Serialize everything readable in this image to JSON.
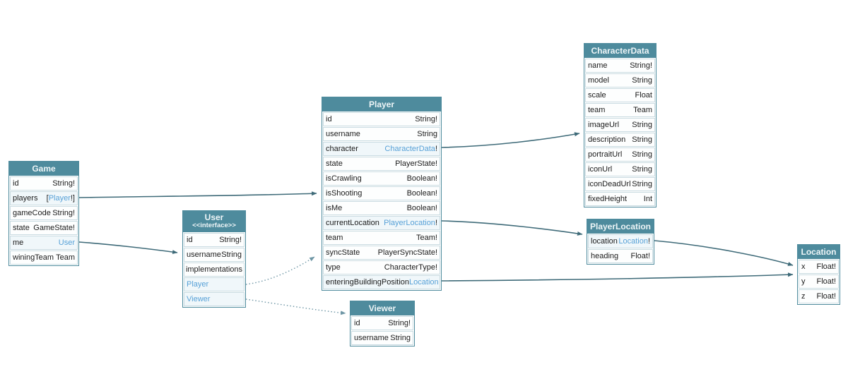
{
  "diagram": {
    "colors": {
      "header_bg": "#4e8b9d",
      "link_text": "#57a1d7",
      "edge_solid": "#3f6b79",
      "edge_dotted": "#7aa0ad",
      "row_border": "#c9dbe1"
    },
    "edges": [
      {
        "from": "Game.players",
        "to": "Player",
        "style": "solid"
      },
      {
        "from": "Game.me",
        "to": "User",
        "style": "solid"
      },
      {
        "from": "User.Player",
        "to": "Player",
        "style": "dotted"
      },
      {
        "from": "User.Viewer",
        "to": "Viewer",
        "style": "dotted"
      },
      {
        "from": "Player.character",
        "to": "CharacterData",
        "style": "solid"
      },
      {
        "from": "Player.currentLocation",
        "to": "PlayerLocation",
        "style": "solid"
      },
      {
        "from": "Player.enteringBuildingPosition",
        "to": "Location",
        "style": "solid"
      },
      {
        "from": "PlayerLocation.location",
        "to": "Location",
        "style": "solid"
      }
    ]
  },
  "tables": {
    "game": {
      "title": "Game",
      "fields": [
        {
          "name": "id",
          "pre": "",
          "link": "",
          "post": "String!"
        },
        {
          "name": "players",
          "pre": "[",
          "link": "Player",
          "post": "!]"
        },
        {
          "name": "gameCode",
          "pre": "",
          "link": "",
          "post": "String!"
        },
        {
          "name": "state",
          "pre": "",
          "link": "",
          "post": "GameState!"
        },
        {
          "name": "me",
          "pre": "",
          "link": "User",
          "post": ""
        },
        {
          "name": "winingTeam",
          "pre": "",
          "link": "",
          "post": "Team"
        }
      ]
    },
    "user": {
      "title": "User",
      "subtitle": "<<interface>>",
      "fields": [
        {
          "name": "id",
          "pre": "",
          "link": "",
          "post": "String!"
        },
        {
          "name": "username",
          "pre": "",
          "link": "",
          "post": "String"
        },
        {
          "name": "implementations",
          "pre": "",
          "link": "",
          "post": ""
        },
        {
          "name": "Player",
          "pre": "",
          "link": "",
          "post": ""
        },
        {
          "name": "Viewer",
          "pre": "",
          "link": "",
          "post": ""
        }
      ]
    },
    "player": {
      "title": "Player",
      "fields": [
        {
          "name": "id",
          "pre": "",
          "link": "",
          "post": "String!"
        },
        {
          "name": "username",
          "pre": "",
          "link": "",
          "post": "String"
        },
        {
          "name": "character",
          "pre": "",
          "link": "CharacterData",
          "post": "!"
        },
        {
          "name": "state",
          "pre": "",
          "link": "",
          "post": "PlayerState!"
        },
        {
          "name": "isCrawling",
          "pre": "",
          "link": "",
          "post": "Boolean!"
        },
        {
          "name": "isShooting",
          "pre": "",
          "link": "",
          "post": "Boolean!"
        },
        {
          "name": "isMe",
          "pre": "",
          "link": "",
          "post": "Boolean!"
        },
        {
          "name": "currentLocation",
          "pre": "",
          "link": "PlayerLocation",
          "post": "!"
        },
        {
          "name": "team",
          "pre": "",
          "link": "",
          "post": "Team!"
        },
        {
          "name": "syncState",
          "pre": "",
          "link": "",
          "post": "PlayerSyncState!"
        },
        {
          "name": "type",
          "pre": "",
          "link": "",
          "post": "CharacterType!"
        },
        {
          "name": "enteringBuildingPosition",
          "pre": "",
          "link": "Location",
          "post": ""
        }
      ]
    },
    "viewer": {
      "title": "Viewer",
      "fields": [
        {
          "name": "id",
          "pre": "",
          "link": "",
          "post": "String!"
        },
        {
          "name": "username",
          "pre": "",
          "link": "",
          "post": "String"
        }
      ]
    },
    "characterdata": {
      "title": "CharacterData",
      "fields": [
        {
          "name": "name",
          "pre": "",
          "link": "",
          "post": "String!"
        },
        {
          "name": "model",
          "pre": "",
          "link": "",
          "post": "String"
        },
        {
          "name": "scale",
          "pre": "",
          "link": "",
          "post": "Float"
        },
        {
          "name": "team",
          "pre": "",
          "link": "",
          "post": "Team"
        },
        {
          "name": "imageUrl",
          "pre": "",
          "link": "",
          "post": "String"
        },
        {
          "name": "description",
          "pre": "",
          "link": "",
          "post": "String"
        },
        {
          "name": "portraitUrl",
          "pre": "",
          "link": "",
          "post": "String"
        },
        {
          "name": "iconUrl",
          "pre": "",
          "link": "",
          "post": "String"
        },
        {
          "name": "iconDeadUrl",
          "pre": "",
          "link": "",
          "post": "String"
        },
        {
          "name": "fixedHeight",
          "pre": "",
          "link": "",
          "post": "Int"
        }
      ]
    },
    "playerlocation": {
      "title": "PlayerLocation",
      "fields": [
        {
          "name": "location",
          "pre": "",
          "link": "Location",
          "post": "!"
        },
        {
          "name": "heading",
          "pre": "",
          "link": "",
          "post": "Float!"
        }
      ]
    },
    "location": {
      "title": "Location",
      "fields": [
        {
          "name": "x",
          "pre": "",
          "link": "",
          "post": "Float!"
        },
        {
          "name": "y",
          "pre": "",
          "link": "",
          "post": "Float!"
        },
        {
          "name": "z",
          "pre": "",
          "link": "",
          "post": "Float!"
        }
      ]
    }
  }
}
